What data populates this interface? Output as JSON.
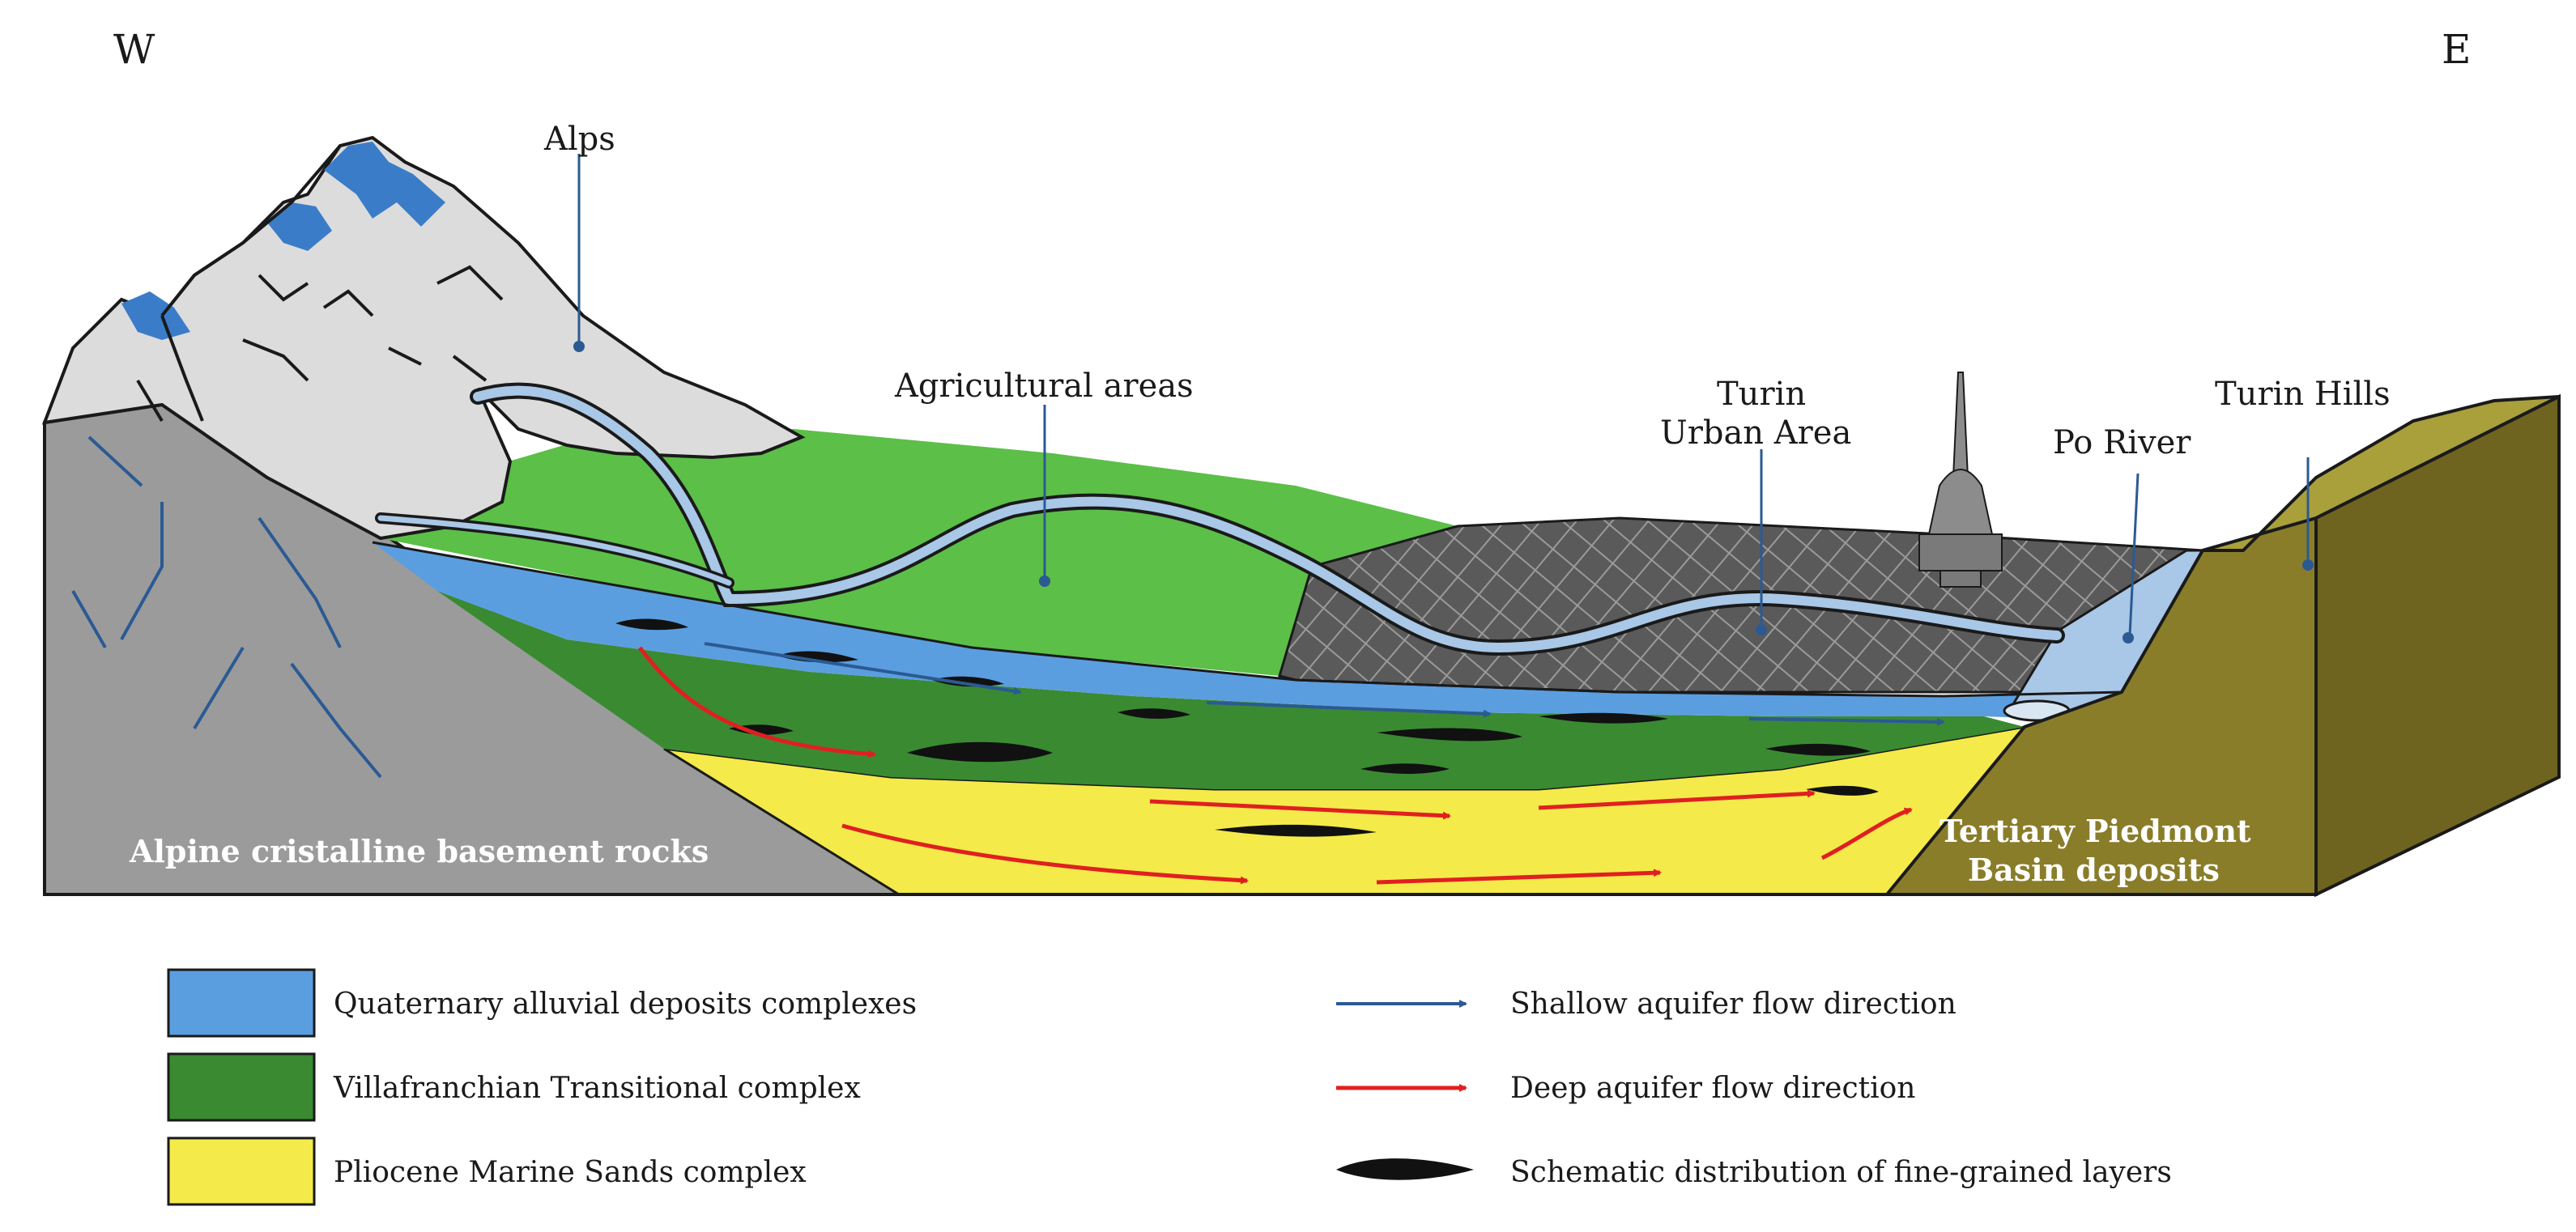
{
  "compass": {
    "west": "W",
    "east": "E"
  },
  "labels": {
    "alps": "Alps",
    "agricultural": "Agricultural areas",
    "turin_line1": "Turin",
    "turin_line2": "Urban Area",
    "po_river": "Po River",
    "turin_hills": "Turin Hills",
    "basement": "Alpine cristalline basement rocks",
    "tertiary_line1": "Tertiary Piedmont",
    "tertiary_line2": "Basin deposits"
  },
  "legend": {
    "quaternary": "Quaternary alluvial deposits complexes",
    "villafranchian": "Villafranchian Transitional complex",
    "pliocene": "Pliocene Marine Sands complex",
    "shallow_flow": "Shallow aquifer flow direction",
    "deep_flow": "Deep aquifer flow direction",
    "fine_layers": "Schematic distribution of fine-grained layers"
  },
  "colors": {
    "quaternary": "#5b9ee0",
    "villafranchian": "#3a8a32",
    "pliocene": "#f4ea4a",
    "agri_green": "#5cbf48",
    "basement": "#9b9b9b",
    "alps": "#dcdcdc",
    "glacier": "#3a7cc8",
    "tertiary": "#8a7d2a",
    "tertiary_side": "#6e6420",
    "shallow_arrow": "#2b5a93",
    "deep_arrow": "#e02020",
    "river": "#a9c7e6"
  }
}
